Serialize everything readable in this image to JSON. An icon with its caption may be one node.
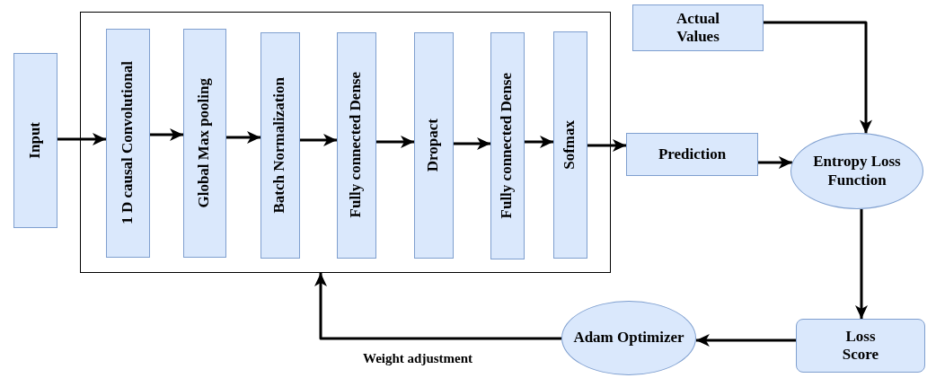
{
  "diagram": {
    "nodes": [
      {
        "text": [
          "Input"
        ]
      },
      {
        "text": [],
        "shape": "box"
      },
      {
        "text": [
          "1 D causal Convolutional"
        ],
        "in": 1
      },
      {
        "text": [
          "Global Max pooling"
        ],
        "in": 1
      },
      {
        "text": [
          "Batch Normalization"
        ],
        "in": 1
      },
      {
        "text": [
          "Fully connected Dense"
        ],
        "in": 1
      },
      {
        "text": [
          "Dropact"
        ],
        "in": 1
      },
      {
        "text": [
          "Fully connected Dense"
        ],
        "in": 1
      },
      {
        "text": [
          "Sofmax"
        ],
        "in": 1
      },
      {
        "text": [
          "Actual Values"
        ]
      },
      {
        "text": [
          "Prediction"
        ]
      },
      {
        "text": [
          "Entropy Loss Function"
        ]
      },
      {
        "text": [
          "Loss Score"
        ]
      },
      {
        "text": [
          "Adam Optimizer"
        ]
      }
    ],
    "edges": [
      {
        "from": 0,
        "to": 2,
        "arrow": "to"
      },
      {
        "from": 2,
        "to": 3,
        "arrow": "to"
      },
      {
        "from": 3,
        "to": 4,
        "arrow": "to"
      },
      {
        "from": 4,
        "to": 5,
        "arrow": "to"
      },
      {
        "from": 5,
        "to": 6,
        "arrow": "to"
      },
      {
        "from": 6,
        "to": 7,
        "arrow": "to"
      },
      {
        "from": 7,
        "to": 8,
        "arrow": "to"
      },
      {
        "from": 8,
        "to": 10,
        "arrow": "to"
      },
      {
        "from": 9,
        "to": 11,
        "arrow": "to"
      },
      {
        "from": 10,
        "to": 11,
        "arrow": "to"
      },
      {
        "from": 11,
        "to": 12,
        "arrow": "to"
      },
      {
        "from": 12,
        "to": 13,
        "arrow": "to"
      },
      {
        "from": 13,
        "to": 1,
        "arrow": "to",
        "label": "Weight adjustment"
      }
    ]
  }
}
